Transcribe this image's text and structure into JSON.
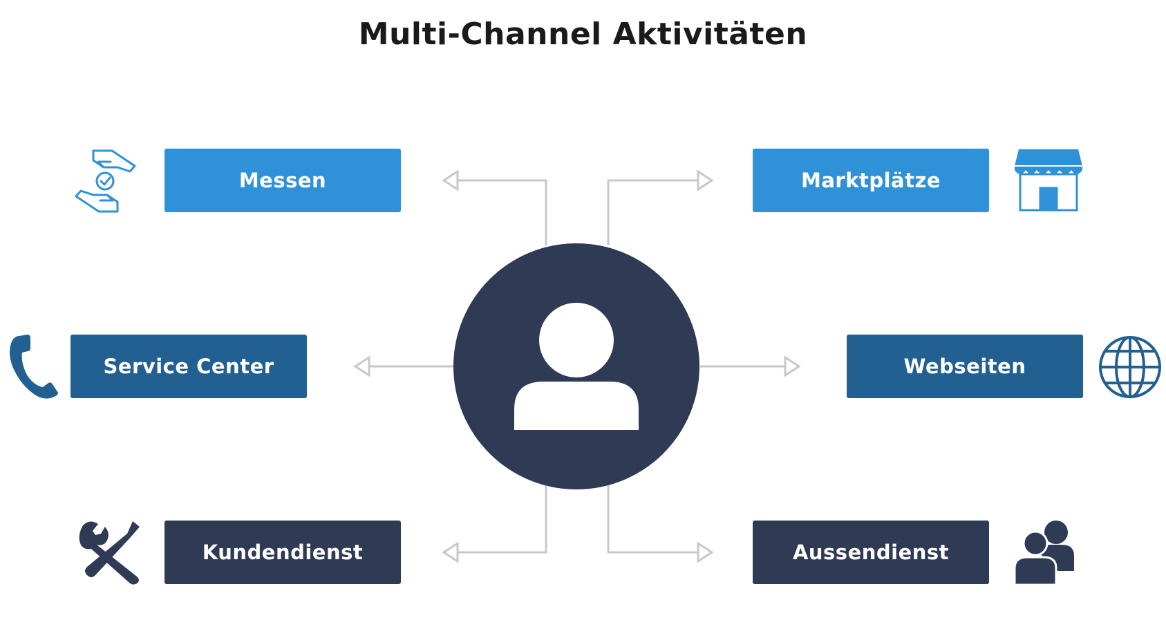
{
  "title": "Multi-Channel Aktivitäten",
  "channels": {
    "messen": "Messen",
    "marktplaetze": "Marktplätze",
    "service_center": "Service Center",
    "webseiten": "Webseiten",
    "kundendienst": "Kundendienst",
    "aussendienst": "Aussendienst"
  },
  "colors": {
    "light_blue": "#2f92d8",
    "mid_blue": "#216090",
    "navy": "#2f3a54",
    "connector": "#c8c8c8"
  },
  "icons": {
    "messen": "handshake-check-icon",
    "marktplaetze": "store-icon",
    "service_center": "phone-icon",
    "webseiten": "globe-icon",
    "kundendienst": "tools-icon",
    "aussendienst": "people-icon",
    "center": "user-icon"
  }
}
